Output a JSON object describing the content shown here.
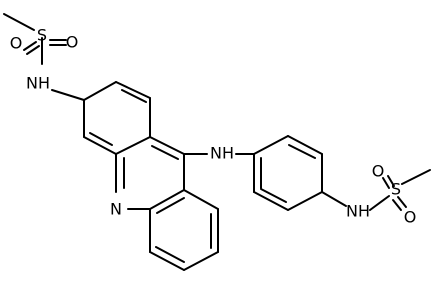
{
  "molecule": {
    "atom_labels": {
      "acridine_n": "N",
      "bridge_nh": "NH",
      "left_nh": "NH",
      "left_s": "S",
      "left_o_top": "O",
      "left_o_right": "O",
      "right_nh": "NH",
      "right_s": "S",
      "right_o_left": "O",
      "right_o_bottom": "O"
    }
  },
  "colors": {
    "bond": "#000000",
    "label": "#000000",
    "background": "#ffffff"
  }
}
